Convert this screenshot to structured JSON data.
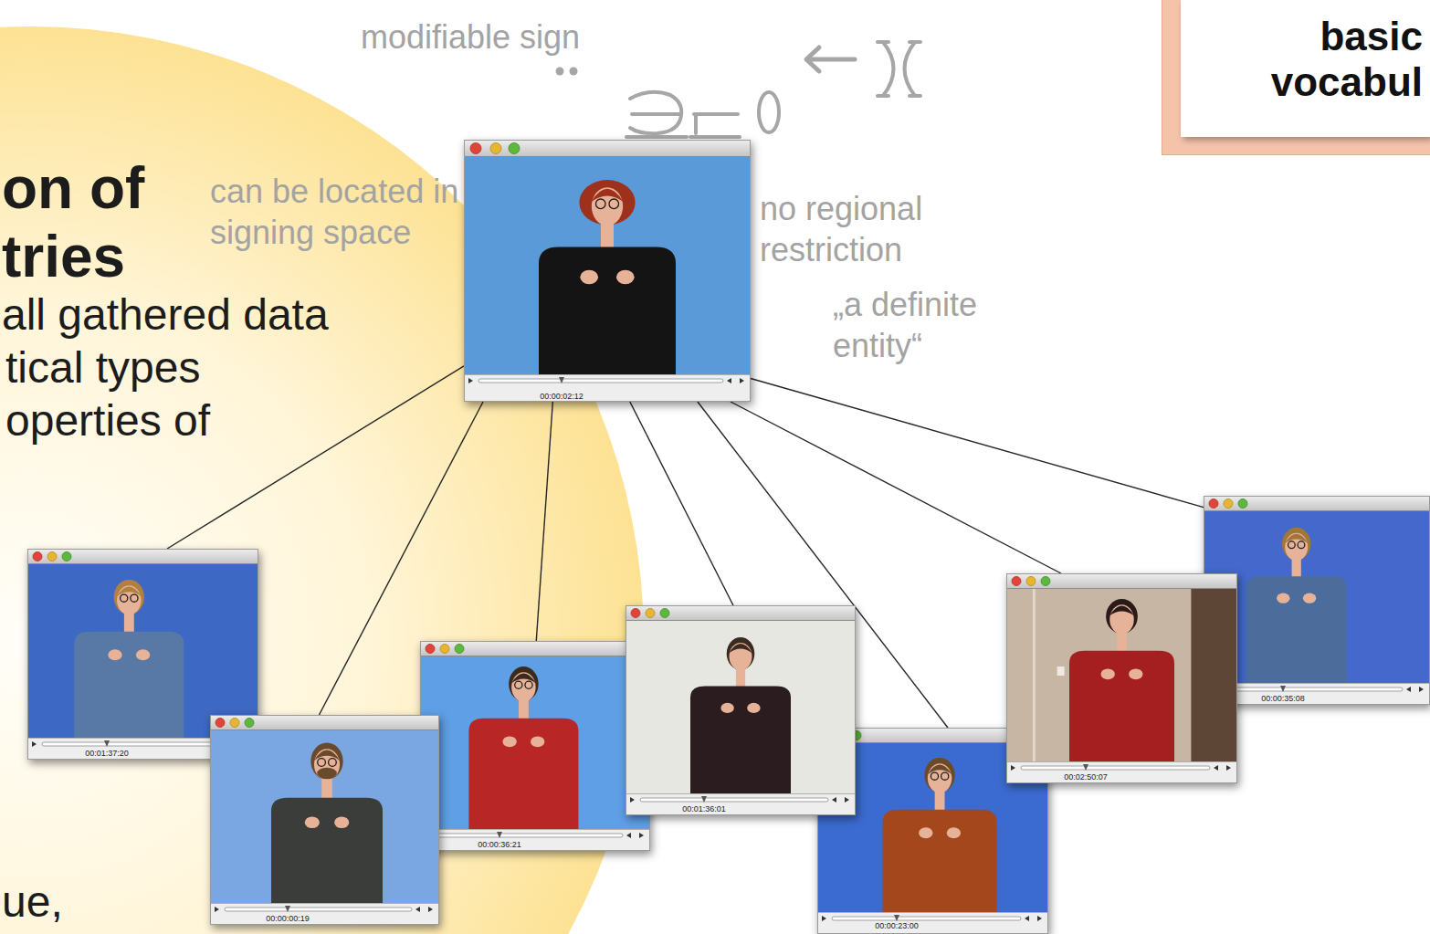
{
  "diagram": {
    "nodes": [
      {
        "text": [
          "basic vocabul"
        ]
      },
      {
        "text": [
          "00:00:02:12"
        ]
      },
      {
        "text": [
          "00:01:37:20"
        ]
      },
      {
        "text": [
          "00:00:00:19"
        ]
      },
      {
        "text": [
          "00:00:36:21"
        ]
      },
      {
        "text": [
          "00:01:36:01"
        ]
      },
      {
        "text": [
          "00:00:23:00"
        ]
      },
      {
        "text": [
          "00:02:50:07"
        ]
      },
      {
        "text": [
          "00:00:35:08"
        ]
      }
    ],
    "edges": [
      {
        "from": 1,
        "to": 2,
        "arrow": "none"
      },
      {
        "from": 1,
        "to": 3,
        "arrow": "none"
      },
      {
        "from": 1,
        "to": 4,
        "arrow": "none"
      },
      {
        "from": 1,
        "to": 5,
        "arrow": "none"
      },
      {
        "from": 1,
        "to": 6,
        "arrow": "none"
      },
      {
        "from": 1,
        "to": 7,
        "arrow": "none"
      },
      {
        "from": 1,
        "to": 8,
        "arrow": "none"
      }
    ],
    "labels": [
      "on of",
      "tries",
      "all gathered data",
      "tical types",
      "operties of",
      "ue,",
      "modifiable sign",
      "can be located in signing space",
      "no regional restriction",
      "„a definite entity“"
    ]
  }
}
